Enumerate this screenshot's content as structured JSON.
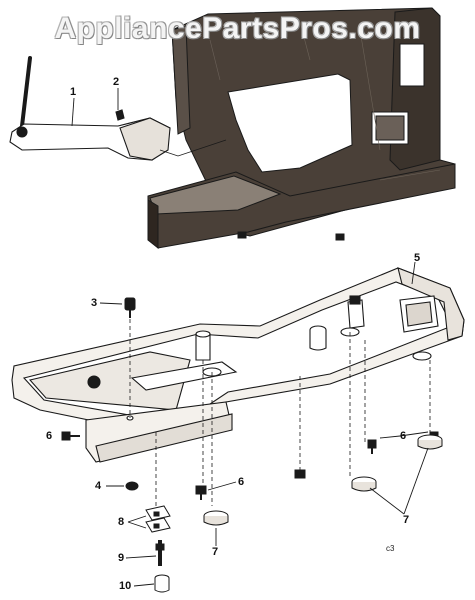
{
  "watermark": "AppliancePartsPros.com",
  "diagram_code": "c3",
  "callouts": {
    "c1": "1",
    "c2": "2",
    "c3": "3",
    "c4": "4",
    "c5": "5",
    "c6a": "6",
    "c6b": "6",
    "c6c": "6",
    "c7a": "7",
    "c7b": "7",
    "c8": "8",
    "c9": "9",
    "c10": "10"
  },
  "colors": {
    "ink": "#1a1a1a",
    "body_fill": "#4a4038",
    "base_fill": "#f4f1ec"
  }
}
